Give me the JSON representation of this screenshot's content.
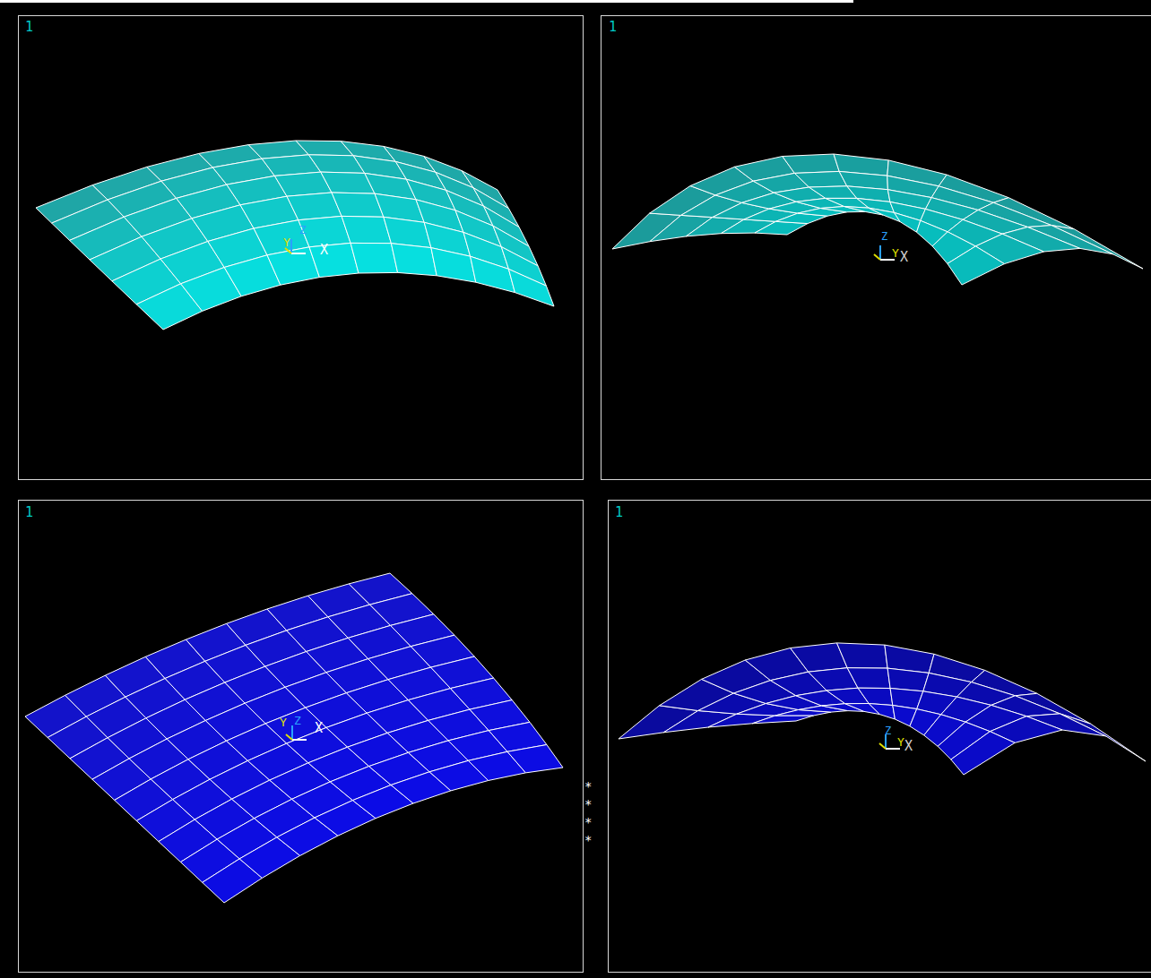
{
  "diagram": {
    "labels": [
      "1",
      "1",
      "1",
      "1",
      "Y",
      "Z",
      "X",
      "Y",
      "Z",
      "X",
      "Y",
      "Z",
      "X",
      "Y",
      "Z",
      "X",
      "*",
      "*",
      "*",
      "*"
    ]
  }
}
